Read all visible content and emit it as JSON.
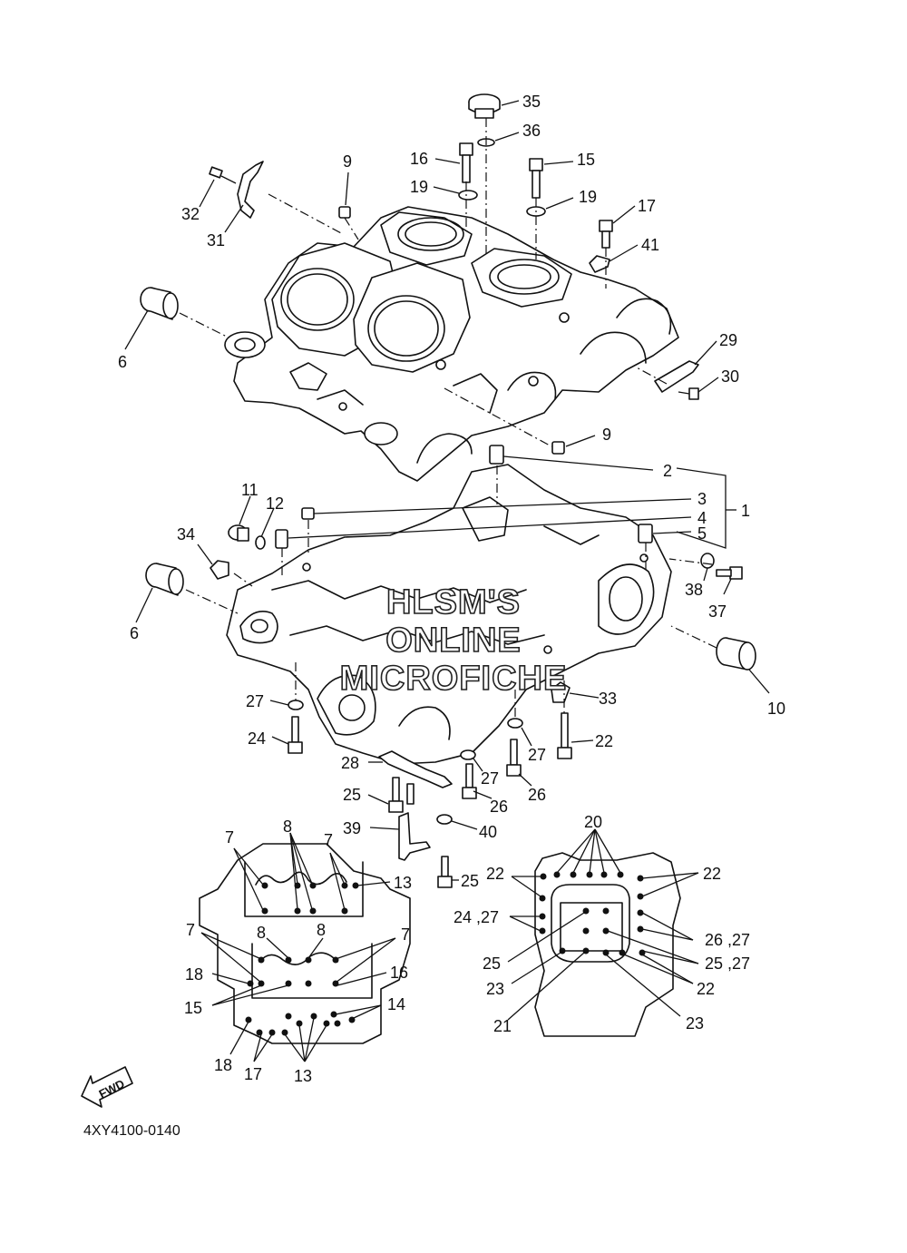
{
  "diagram": {
    "reference_code": "4XY4100-0140",
    "fwd_label": "FWD",
    "watermark": [
      "HLSM'S",
      "ONLINE",
      "MICROFICHE"
    ],
    "callouts": {
      "c35": "35",
      "c36": "36",
      "c16a": "16",
      "c15a": "15",
      "c19a": "19",
      "c19b": "19",
      "c9a": "9",
      "c17": "17",
      "c41": "41",
      "c32": "32",
      "c31": "31",
      "c6a": "6",
      "c29": "29",
      "c30": "30",
      "c9b": "9",
      "c2": "2",
      "c3": "3",
      "c1": "1",
      "c4": "4",
      "c5": "5",
      "c11": "11",
      "c12": "12",
      "c34": "34",
      "c38": "38",
      "c37": "37",
      "c6b": "6",
      "c10": "10",
      "c33": "33",
      "c27a": "27",
      "c24a": "24",
      "c22a": "22",
      "c27b": "27",
      "c28": "28",
      "c27c": "27",
      "c25a": "25",
      "c26a": "26",
      "c26b": "26",
      "c39": "39",
      "c40": "40",
      "c25b": "25",
      "c7a": "7",
      "c8a": "8",
      "c7b": "7",
      "c13a": "13",
      "c7c": "7",
      "c8b": "8",
      "c8c": "8",
      "c7d": "7",
      "c18a": "18",
      "c16b": "16",
      "c15b": "15",
      "c14": "14",
      "c18b": "18",
      "c17b": "17",
      "c13b": "13",
      "c20": "20",
      "c22b": "22",
      "c22c": "22",
      "c2427": "24 ,27",
      "c2627": "26 ,27",
      "c25c": "25",
      "c2527": "25 ,27",
      "c23a": "23",
      "c22d": "22",
      "c21": "21",
      "c23b": "23"
    }
  }
}
